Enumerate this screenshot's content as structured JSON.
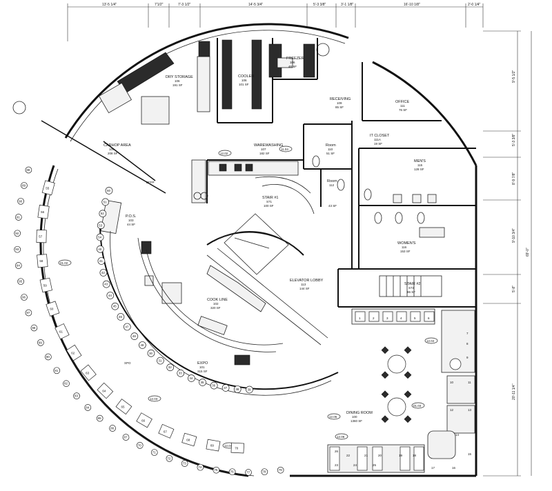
{
  "dimensions_top": [
    "13'-5 1/4\"",
    "7'1/2\"",
    "7'-3 1/2\"",
    "14'-5 3/4\"",
    "5'-3 3/8\"",
    "3'-1 1/8\"",
    "16'-10 1/8\"",
    "2'-0 1/4\""
  ],
  "dimensions_right": [
    "9'-5 1/2\"",
    "5'-3 3/8\"",
    "8'-9 7/8\"",
    "9'-10 3/4\"",
    "5'-8\"",
    "69'-0\"",
    "20'-11 1/4\""
  ],
  "rooms": {
    "dry_storage": {
      "name": "DRY STORAGE",
      "num": "106",
      "area": "191 SF"
    },
    "cooler": {
      "name": "COOLER",
      "num": "106",
      "area": "101 SF"
    },
    "freezer": {
      "name": "FREEZER",
      "num": "106",
      "area": "46 SF"
    },
    "receiving": {
      "name": "RECEIVING",
      "num": "109",
      "area": "85 SF"
    },
    "office": {
      "name": "OFFICE",
      "num": "111",
      "area": "76 SF"
    },
    "it_closet": {
      "name": "IT CLOSET",
      "num": "111A",
      "area": "19 SF"
    },
    "room_110": {
      "name": "Room",
      "num": "110",
      "area": "51 SF"
    },
    "room_112": {
      "name": "Room",
      "num": "112",
      "area": "43 SF"
    },
    "mens": {
      "name": "MEN'S",
      "num": "115",
      "area": "128 SF"
    },
    "womens": {
      "name": "WOMEN'S",
      "num": "116",
      "area": "153 SF"
    },
    "warewashing": {
      "name": "WAREWASHING",
      "num": "107",
      "area": "182 SF"
    },
    "stair1": {
      "name": "STAIR #1",
      "num": "S71",
      "area": "100 SF"
    },
    "stair2": {
      "name": "STAIR #2",
      "num": "S72",
      "area": "86 SF"
    },
    "elevator_lobby": {
      "name": "ELEVATOR LOBBY",
      "num": "113",
      "area": "144 SF"
    },
    "pos": {
      "name": "P.O.S.",
      "num": "103",
      "area": "44 SF"
    },
    "cook_line": {
      "name": "COOK LINE",
      "num": "102",
      "area": "320 SF"
    },
    "expo": {
      "name": "EXPO",
      "num": "101",
      "area": "315 SF"
    },
    "carhop": {
      "name": "CARHOP AREA",
      "num": "104",
      "area": "208 SF"
    },
    "dining": {
      "name": "DINING ROOM",
      "num": "100",
      "area": "1360 SF"
    }
  },
  "tags": [
    "01.02",
    "12.03",
    "12.04",
    "01.03",
    "12.02",
    "11.04",
    "12.05",
    "12.06",
    "12.04"
  ],
  "labels": {
    "bffp": "BFFP",
    "xpo": "XPO"
  },
  "seat_numbers_dining": [
    "1",
    "2",
    "3",
    "4",
    "5",
    "6",
    "7",
    "8",
    "9",
    "10",
    "11",
    "12",
    "13",
    "14",
    "15",
    "16",
    "17",
    "18",
    "19",
    "20",
    "21",
    "22",
    "23",
    "24",
    "25",
    "26"
  ],
  "booth_numbers": [
    "55",
    "56",
    "57",
    "58",
    "59",
    "60",
    "61",
    "62",
    "63",
    "64",
    "65",
    "66",
    "67",
    "68",
    "69",
    "70"
  ],
  "stool_numbers": [
    "50",
    "51",
    "52",
    "53",
    "54",
    "40",
    "41",
    "42",
    "43",
    "44",
    "45",
    "46",
    "47",
    "48",
    "49",
    "30",
    "31",
    "32",
    "33",
    "34",
    "35",
    "36",
    "37",
    "38",
    "39"
  ],
  "outer_numbers": [
    "88",
    "89",
    "90",
    "91",
    "92",
    "93",
    "94",
    "95",
    "96",
    "97",
    "98",
    "99",
    "80",
    "81",
    "82",
    "83",
    "84",
    "85",
    "86",
    "87",
    "70",
    "71",
    "72",
    "73",
    "74",
    "75",
    "76",
    "77",
    "78",
    "79"
  ]
}
